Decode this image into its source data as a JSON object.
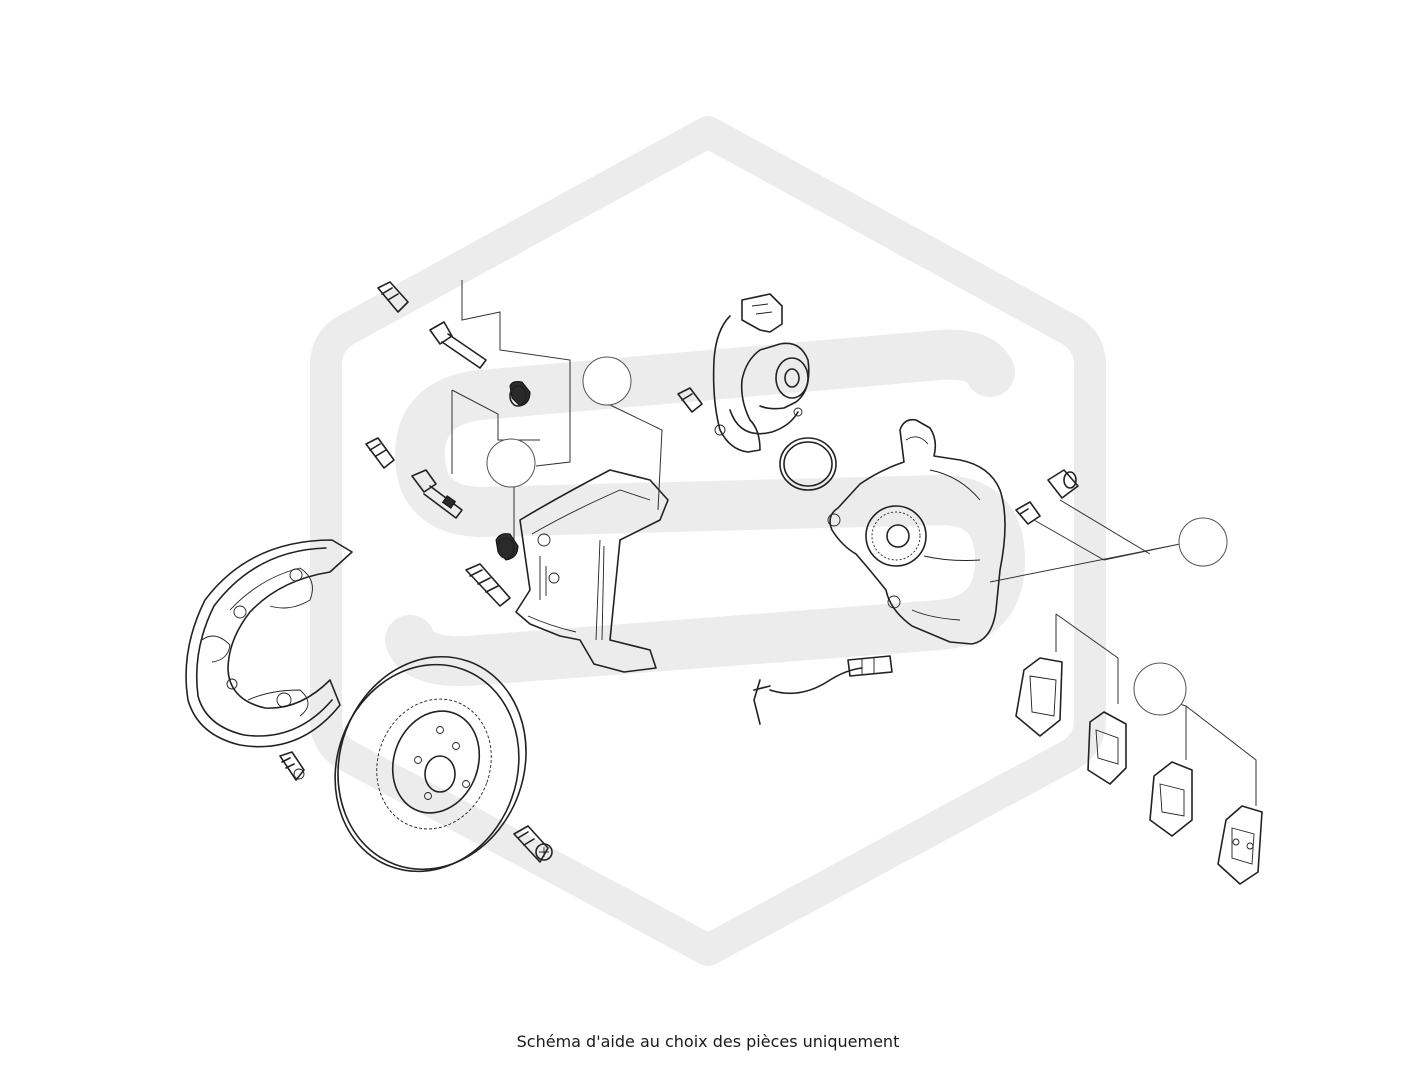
{
  "caption": "Schéma d'aide au choix des pièces uniquement",
  "colors": {
    "line": "#222222",
    "watermark": "#ececec",
    "background": "#ffffff"
  },
  "callouts": [
    {
      "id": "callout-1"
    },
    {
      "id": "callout-2"
    },
    {
      "id": "callout-3"
    },
    {
      "id": "callout-4"
    }
  ]
}
